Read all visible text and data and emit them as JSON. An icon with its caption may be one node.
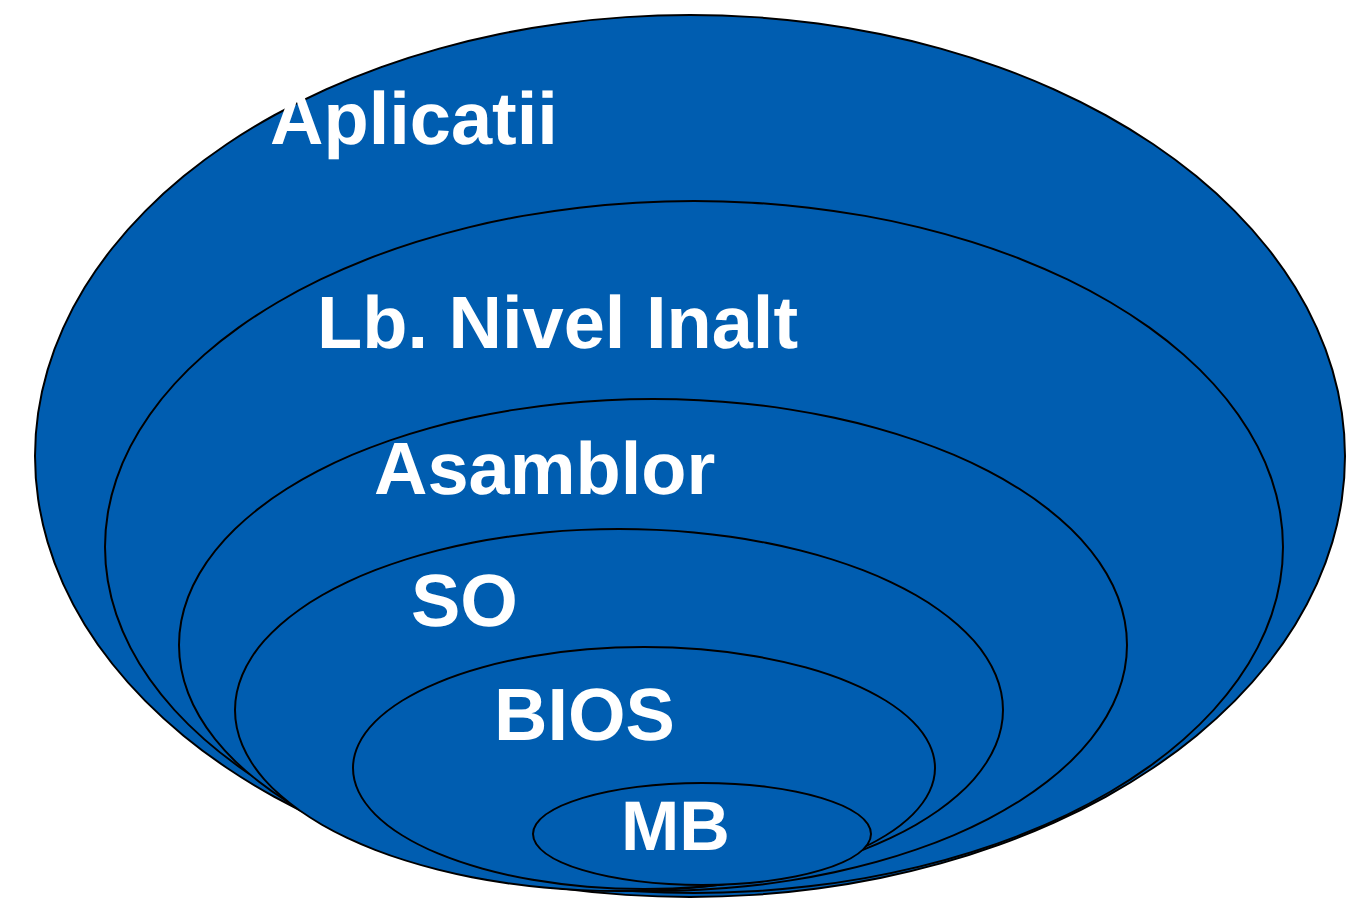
{
  "diagram": {
    "nodes": [
      {
        "text": [
          "Aplicatii"
        ]
      },
      {
        "text": [
          "Lb. Nivel Inalt"
        ],
        "in": 0
      },
      {
        "text": [
          "Asamblor"
        ],
        "in": 1
      },
      {
        "text": [
          "SO"
        ],
        "in": 2
      },
      {
        "text": [
          "BIOS"
        ],
        "in": 3
      },
      {
        "text": [
          "MB"
        ],
        "in": 4
      }
    ]
  }
}
